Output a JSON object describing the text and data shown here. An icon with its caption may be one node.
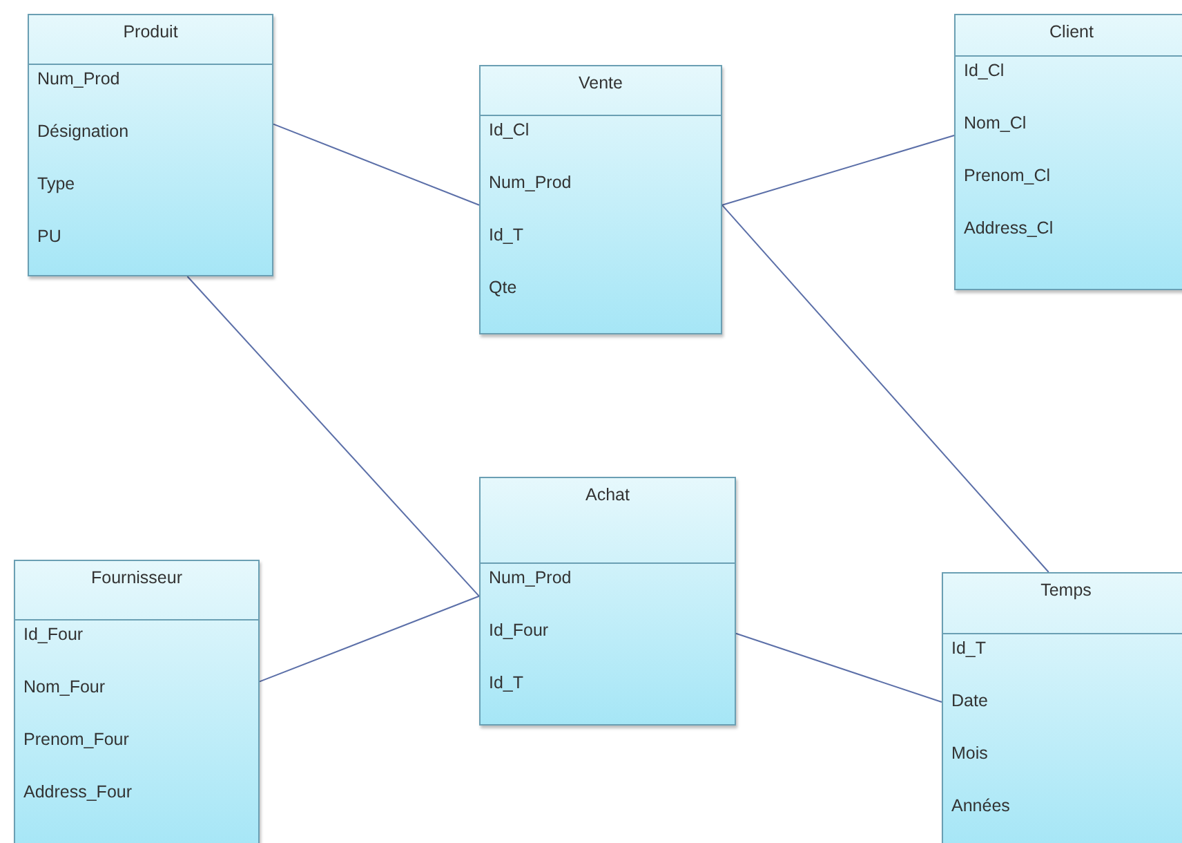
{
  "diagram": {
    "nodes": [
      {
        "text": [
          "Produit",
          "Num_Prod",
          "Désignation",
          "Type",
          "PU"
        ]
      },
      {
        "text": [
          "Vente",
          "Id_Cl",
          "Num_Prod",
          "Id_T",
          "Qte"
        ]
      },
      {
        "text": [
          "Client",
          "Id_Cl",
          "Nom_Cl",
          "Prenom_Cl",
          "Address_Cl"
        ]
      },
      {
        "text": [
          "Achat",
          "Num_Prod",
          "Id_Four",
          "Id_T"
        ]
      },
      {
        "text": [
          "Fournisseur",
          "Id_Four",
          "Nom_Four",
          "Prenom_Four",
          "Address_Four"
        ]
      },
      {
        "text": [
          "Temps",
          "Id_T",
          "Date",
          "Mois",
          "Années"
        ]
      }
    ],
    "edges": [
      {
        "from": 0,
        "to": 1,
        "arrow": "none"
      },
      {
        "from": 1,
        "to": 2,
        "arrow": "none"
      },
      {
        "from": 1,
        "to": 5,
        "arrow": "none"
      },
      {
        "from": 0,
        "to": 3,
        "arrow": "none"
      },
      {
        "from": 4,
        "to": 3,
        "arrow": "none"
      },
      {
        "from": 3,
        "to": 5,
        "arrow": "none"
      }
    ]
  }
}
